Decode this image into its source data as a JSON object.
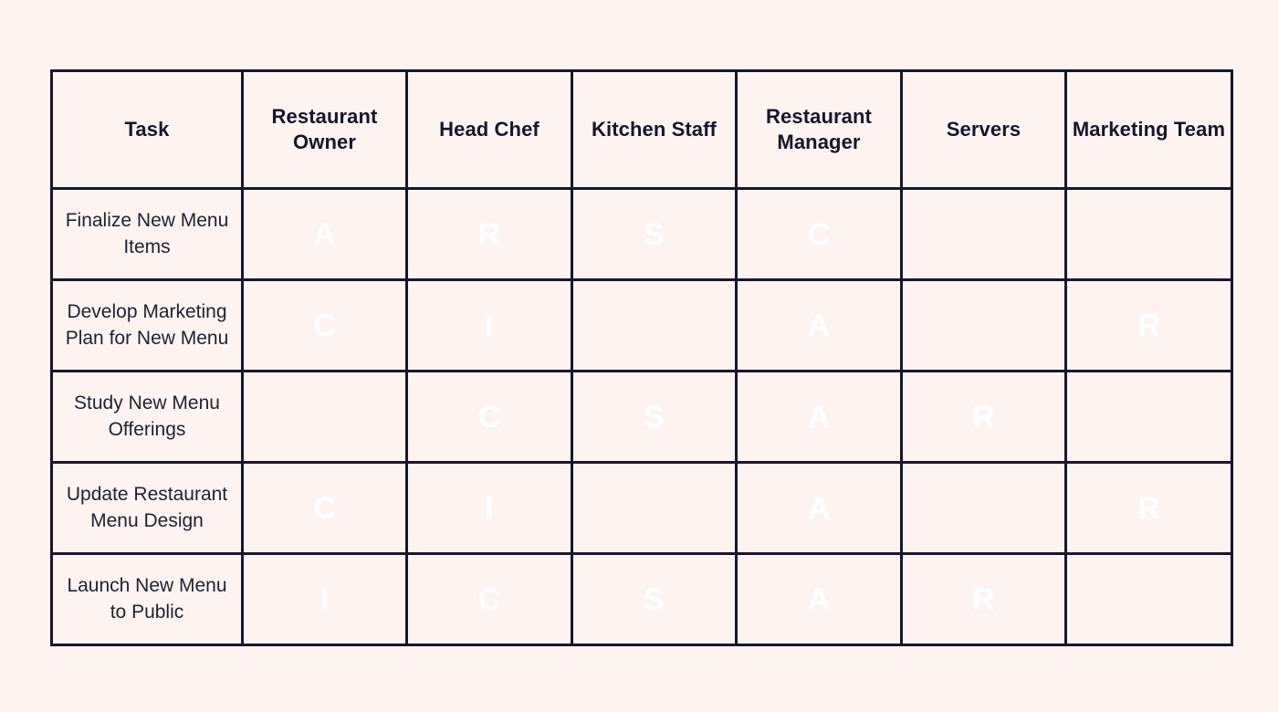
{
  "table": {
    "columns": [
      "Task",
      "Restaurant Owner",
      "Head Chef",
      "Kitchen Staff",
      "Restaurant Manager",
      "Servers",
      "Marketing Team"
    ],
    "rows": [
      {
        "task": "Finalize New Menu Items",
        "cells": [
          "A",
          "R",
          "S",
          "C",
          "",
          ""
        ]
      },
      {
        "task": "Develop Marketing Plan for New Menu",
        "cells": [
          "C",
          "I",
          "",
          "A",
          "",
          "R"
        ]
      },
      {
        "task": "Study New Menu Offerings",
        "cells": [
          "",
          "C",
          "S",
          "A",
          "R",
          ""
        ]
      },
      {
        "task": "Update Restaurant Menu Design",
        "cells": [
          "C",
          "I",
          "",
          "A",
          "",
          "R"
        ]
      },
      {
        "task": "Launch New Menu to Public",
        "cells": [
          "I",
          "C",
          "S",
          "A",
          "R",
          ""
        ]
      }
    ]
  },
  "colors": {
    "page_background": "#FDF3F1",
    "cell_background": "#FDF4F2",
    "border": "#17172B",
    "accountable_A": "#CC55CC",
    "responsible_R": "#9B7BE0",
    "consulted_C": "#679FEA",
    "informed_I": "#F2749B",
    "support_S": "#FCBDB8",
    "mark_text": "#FFFFFF",
    "header_text": "#16162A",
    "task_text": "#22222F"
  }
}
